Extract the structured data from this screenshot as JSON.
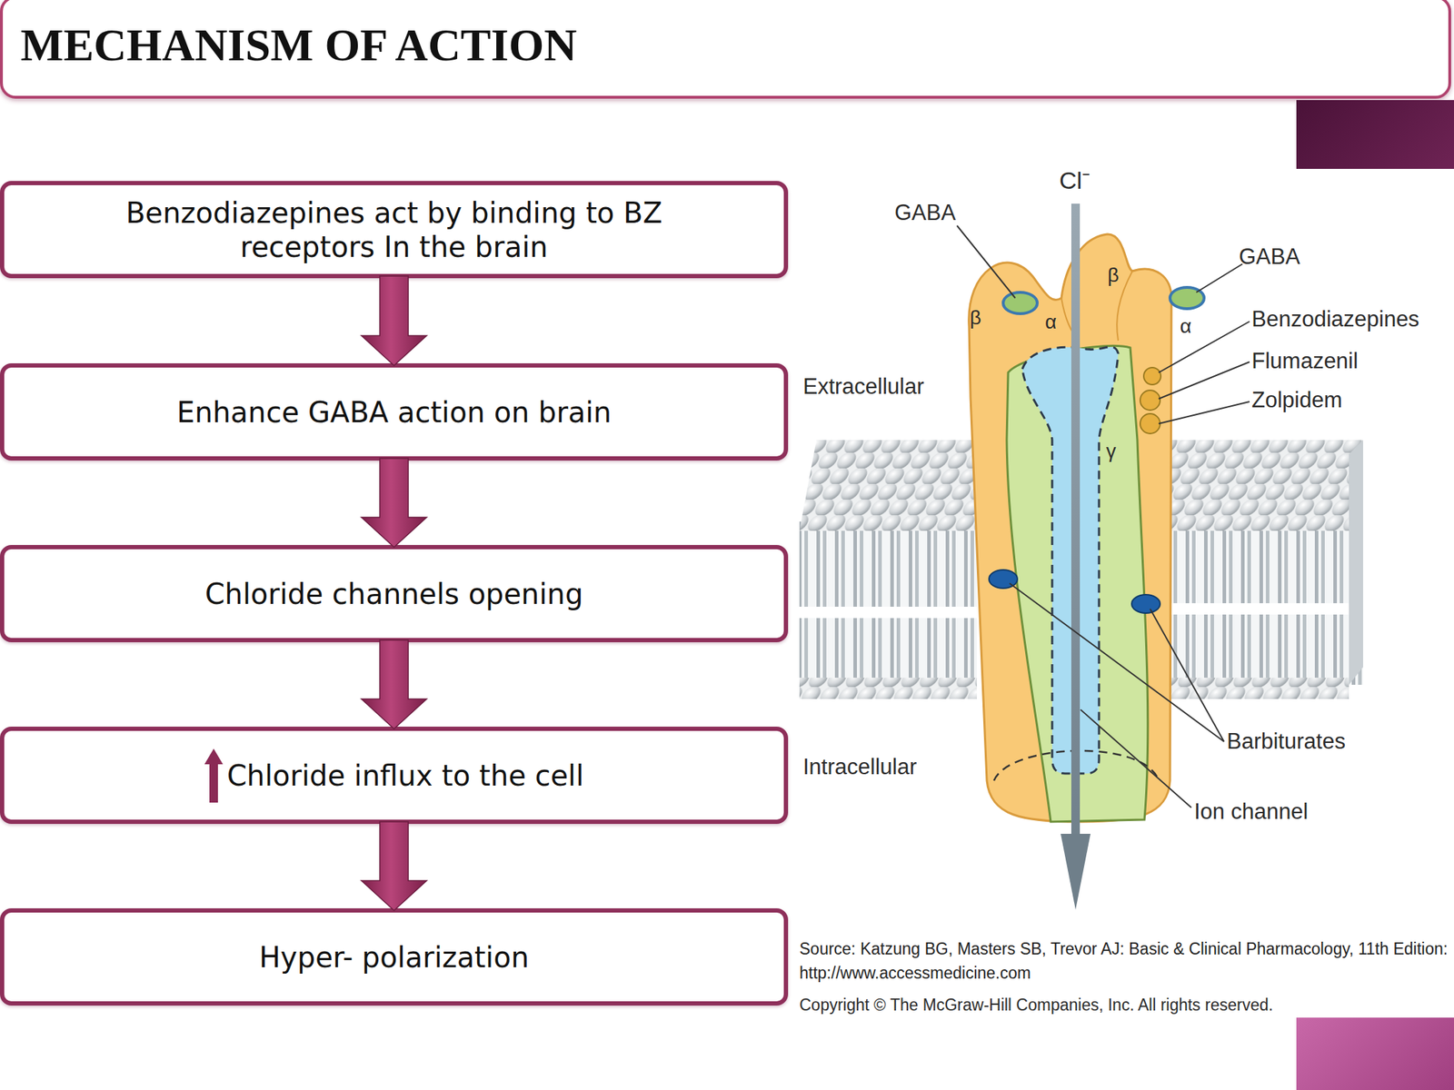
{
  "diagram": {
    "title": "MECHANISM OF ACTION",
    "caption": "Source: Katzung BG, Masters SB, Trevor AJ: Basic & Clinical Pharmacology, 11th Edition: http://www.accessmedicine.com",
    "nodes": [
      {
        "text": [
          "Benzodiazepines act by binding to BZ receptors In the brain"
        ]
      },
      {
        "text": [
          "Enhance GABA action on brain"
        ]
      },
      {
        "text": [
          "Chloride channels opening"
        ]
      },
      {
        "text": [
          "Chloride influx to the cell"
        ]
      },
      {
        "text": [
          "Hyper- polarization"
        ]
      }
    ],
    "edges": [
      {
        "from": 0,
        "to": 1,
        "arrow": "to"
      },
      {
        "from": 1,
        "to": 2,
        "arrow": "to"
      },
      {
        "from": 2,
        "to": 3,
        "arrow": "to"
      },
      {
        "from": 3,
        "to": 4,
        "arrow": "to"
      }
    ],
    "labels": [
      "Cl⁻",
      "GABA",
      "GABA",
      "β",
      "α",
      "β",
      "α",
      "γ",
      "Benzodiazepines",
      "Flumazenil",
      "Zolpidem",
      "Extracellular",
      "Intracellular",
      "Barbiturates",
      "Ion channel",
      "Copyright © The McGraw-Hill Companies, Inc. All rights reserved."
    ]
  }
}
